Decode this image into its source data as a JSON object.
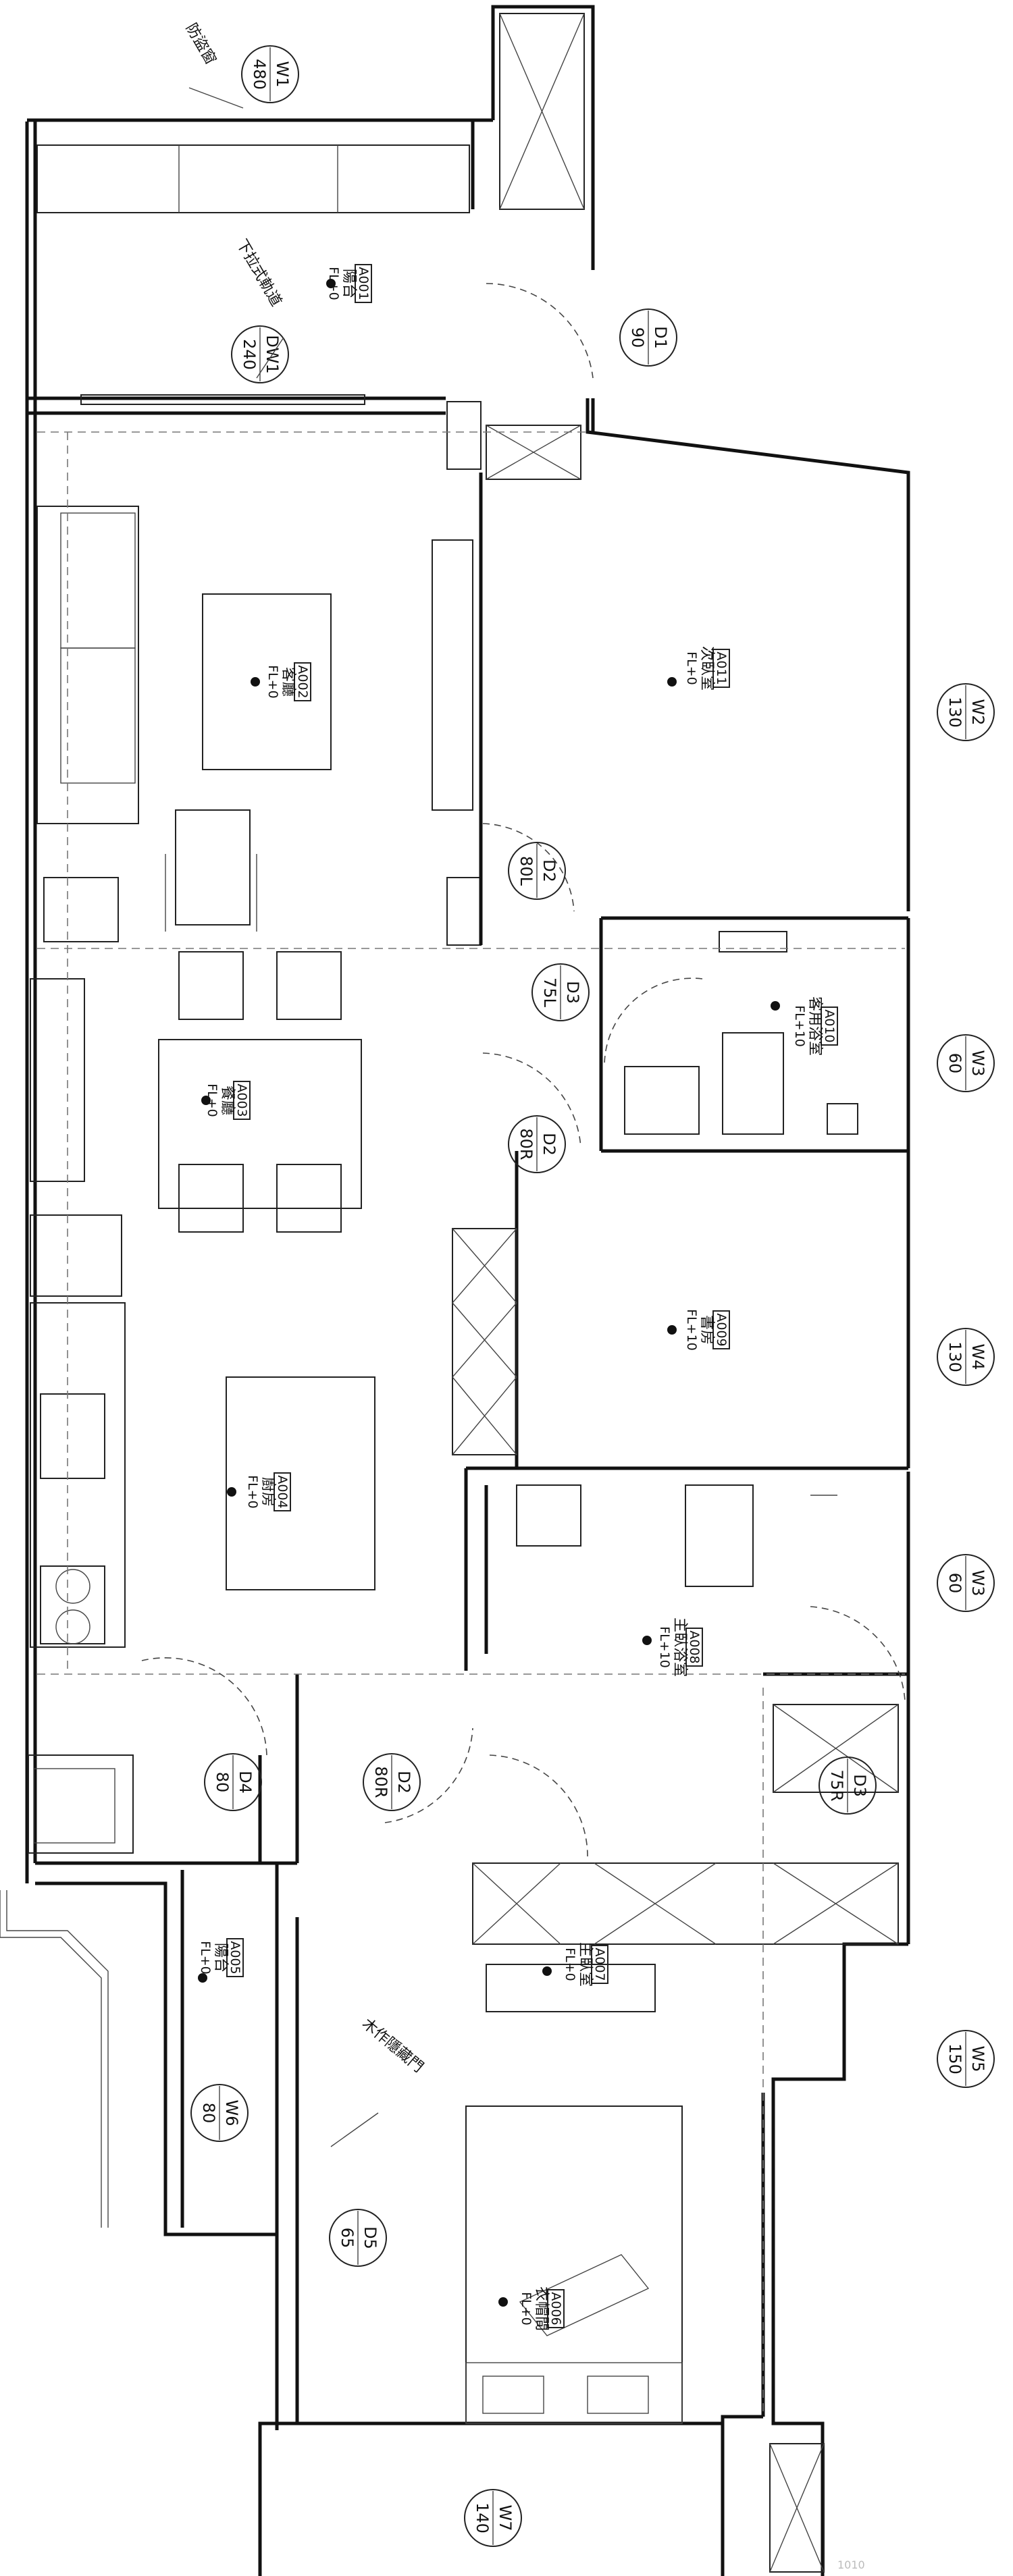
{
  "rooms": [
    {
      "code": "A001",
      "name": "陽台",
      "level": "FL+0"
    },
    {
      "code": "A002",
      "name": "客廳",
      "level": "FL+0"
    },
    {
      "code": "A003",
      "name": "餐廳",
      "level": "FL+0"
    },
    {
      "code": "A004",
      "name": "廚房",
      "level": "FL+0"
    },
    {
      "code": "A005",
      "name": "陽台",
      "level": "FL+0"
    },
    {
      "code": "A011",
      "name": "次臥室",
      "level": "FL+0"
    },
    {
      "code": "A010",
      "name": "客用浴室",
      "level": "FL+10"
    },
    {
      "code": "A009",
      "name": "書房",
      "level": "FL+10"
    },
    {
      "code": "A008",
      "name": "主臥浴室",
      "level": "FL+10"
    },
    {
      "code": "A007",
      "name": "主臥室",
      "level": "FL+0"
    },
    {
      "code": "A006",
      "name": "衣帽間",
      "level": "FL+0"
    }
  ],
  "tags": [
    {
      "id": "W1",
      "size": "480"
    },
    {
      "id": "DW1",
      "size": "240"
    },
    {
      "id": "D1",
      "size": "90"
    },
    {
      "id": "W2",
      "size": "130"
    },
    {
      "id": "D2",
      "size": "80L"
    },
    {
      "id": "D3",
      "size": "75L"
    },
    {
      "id": "W3",
      "size": "60"
    },
    {
      "id": "D2",
      "size": "80R"
    },
    {
      "id": "W4",
      "size": "130"
    },
    {
      "id": "W3",
      "size": "60"
    },
    {
      "id": "D4",
      "size": "80"
    },
    {
      "id": "D2",
      "size": "80R"
    },
    {
      "id": "D3",
      "size": "75R"
    },
    {
      "id": "W5",
      "size": "150"
    },
    {
      "id": "W6",
      "size": "80"
    },
    {
      "id": "D5",
      "size": "65"
    },
    {
      "id": "W7",
      "size": "140"
    }
  ],
  "notes": [
    "防盜窗",
    "下拉式軌道",
    "木作隱藏門"
  ],
  "watermark": "1010"
}
